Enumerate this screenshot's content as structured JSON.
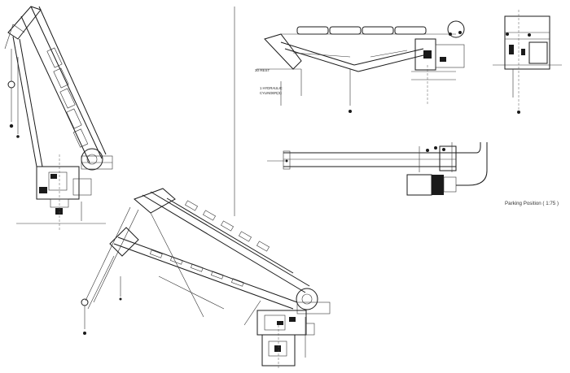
{
  "drawing": {
    "caption": "Parking Position ( 1:75 )",
    "dim_label_left": "30 REST",
    "dim_label_a": "1 HYDRAULIC",
    "dim_label_b": "CYLINDER(S)",
    "colors": {
      "line": "#1a1a1a",
      "paper": "#ffffff"
    }
  }
}
